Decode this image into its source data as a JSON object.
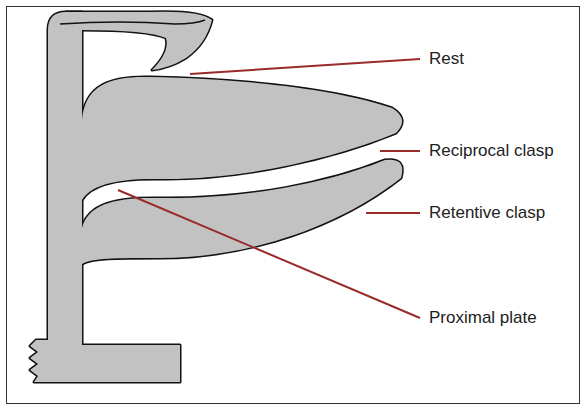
{
  "diagram": {
    "labels": [
      "Rest",
      "Reciprocal clasp",
      "Retentive clasp",
      "Proximal plate"
    ]
  }
}
